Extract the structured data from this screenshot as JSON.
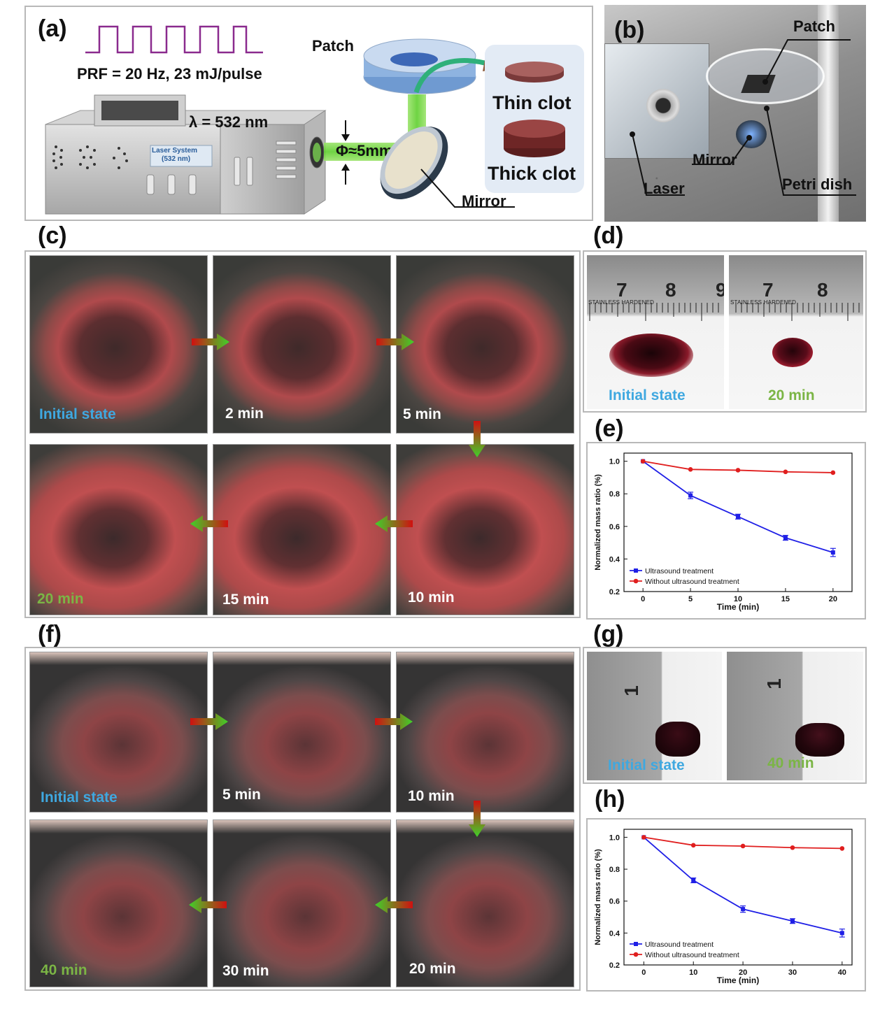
{
  "panels": {
    "a": "(a)",
    "b": "(b)",
    "c": "(c)",
    "d": "(d)",
    "e": "(e)",
    "f": "(f)",
    "g": "(g)",
    "h": "(h)"
  },
  "panel_a": {
    "prf": "PRF = 20 Hz, 23 mJ/pulse",
    "lambda": "λ = 532 nm",
    "laser_line1": "Laser System",
    "laser_line2": "(532 nm)",
    "beam": "Φ≈5mm",
    "patch": "Patch",
    "thin_clot": "Thin clot",
    "thick_clot": "Thick clot",
    "mirror": "Mirror"
  },
  "panel_b": {
    "patch": "Patch",
    "mirror": "Mirror",
    "laser": "Laser",
    "petri": "Petri dish"
  },
  "panel_c": {
    "t1": "Initial state",
    "t2": "2 min",
    "t3": "5 min",
    "t4": "20 min",
    "t5": "15 min",
    "t6": "10 min"
  },
  "panel_d": {
    "l1": "Initial state",
    "l2": "20 min",
    "r1a": "7",
    "r1b": "8",
    "r1c": "9",
    "r2a": "7",
    "r2b": "8",
    "ruler_text": "STAINLESS HARDENED"
  },
  "panel_f": {
    "t1": "Initial state",
    "t2": "5 min",
    "t3": "10 min",
    "t4": "40 min",
    "t5": "30 min",
    "t6": "20 min"
  },
  "panel_g": {
    "l1": "Initial state",
    "l2": "40 min",
    "ruler": "1"
  },
  "colors": {
    "blue": "#1f1fe6",
    "red": "#e01e1e",
    "label_blue": "#3fa8e0",
    "label_green": "#7bb545"
  },
  "chart_data": [
    {
      "type": "line",
      "id": "e",
      "xlabel": "Time (min)",
      "ylabel": "Normalized mass ratio (%)",
      "xlim": [
        -2,
        22
      ],
      "ylim": [
        0.2,
        1.05
      ],
      "xticks": [
        0,
        5,
        10,
        15,
        20
      ],
      "yticks": [
        0.2,
        0.4,
        0.6,
        0.8,
        1.0
      ],
      "ytick_labels": [
        "0.2",
        "0.4",
        "0.6",
        "0.8",
        "1.0"
      ],
      "legend_position": "bottom-left",
      "series": [
        {
          "name": "Ultrasound treatment",
          "color": "#1f1fe6",
          "marker": "square",
          "x": [
            0,
            5,
            10,
            15,
            20
          ],
          "y": [
            1.0,
            0.79,
            0.66,
            0.53,
            0.44
          ],
          "err": [
            0,
            0.02,
            0.015,
            0.015,
            0.025
          ]
        },
        {
          "name": "Without ultrasound treatment",
          "color": "#e01e1e",
          "marker": "circle",
          "x": [
            0,
            5,
            10,
            15,
            20
          ],
          "y": [
            1.0,
            0.95,
            0.945,
            0.935,
            0.93
          ],
          "err": [
            0,
            0,
            0,
            0,
            0
          ]
        }
      ]
    },
    {
      "type": "line",
      "id": "h",
      "xlabel": "Time (min)",
      "ylabel": "Normalized mass ratio (%)",
      "xlim": [
        -4,
        42
      ],
      "ylim": [
        0.2,
        1.05
      ],
      "xticks": [
        0,
        10,
        20,
        30,
        40
      ],
      "yticks": [
        0.2,
        0.4,
        0.6,
        0.8,
        1.0
      ],
      "ytick_labels": [
        "0.2",
        "0.4",
        "0.6",
        "0.8",
        "1.0"
      ],
      "legend_position": "bottom-left",
      "series": [
        {
          "name": "Ultrasound treatment",
          "color": "#1f1fe6",
          "marker": "square",
          "x": [
            0,
            10,
            20,
            30,
            40
          ],
          "y": [
            1.0,
            0.73,
            0.55,
            0.475,
            0.4
          ],
          "err": [
            0,
            0.015,
            0.02,
            0.015,
            0.025
          ]
        },
        {
          "name": "Without ultrasound treatment",
          "color": "#e01e1e",
          "marker": "circle",
          "x": [
            0,
            10,
            20,
            30,
            40
          ],
          "y": [
            1.0,
            0.95,
            0.945,
            0.935,
            0.93
          ],
          "err": [
            0,
            0,
            0,
            0,
            0
          ]
        }
      ]
    }
  ]
}
